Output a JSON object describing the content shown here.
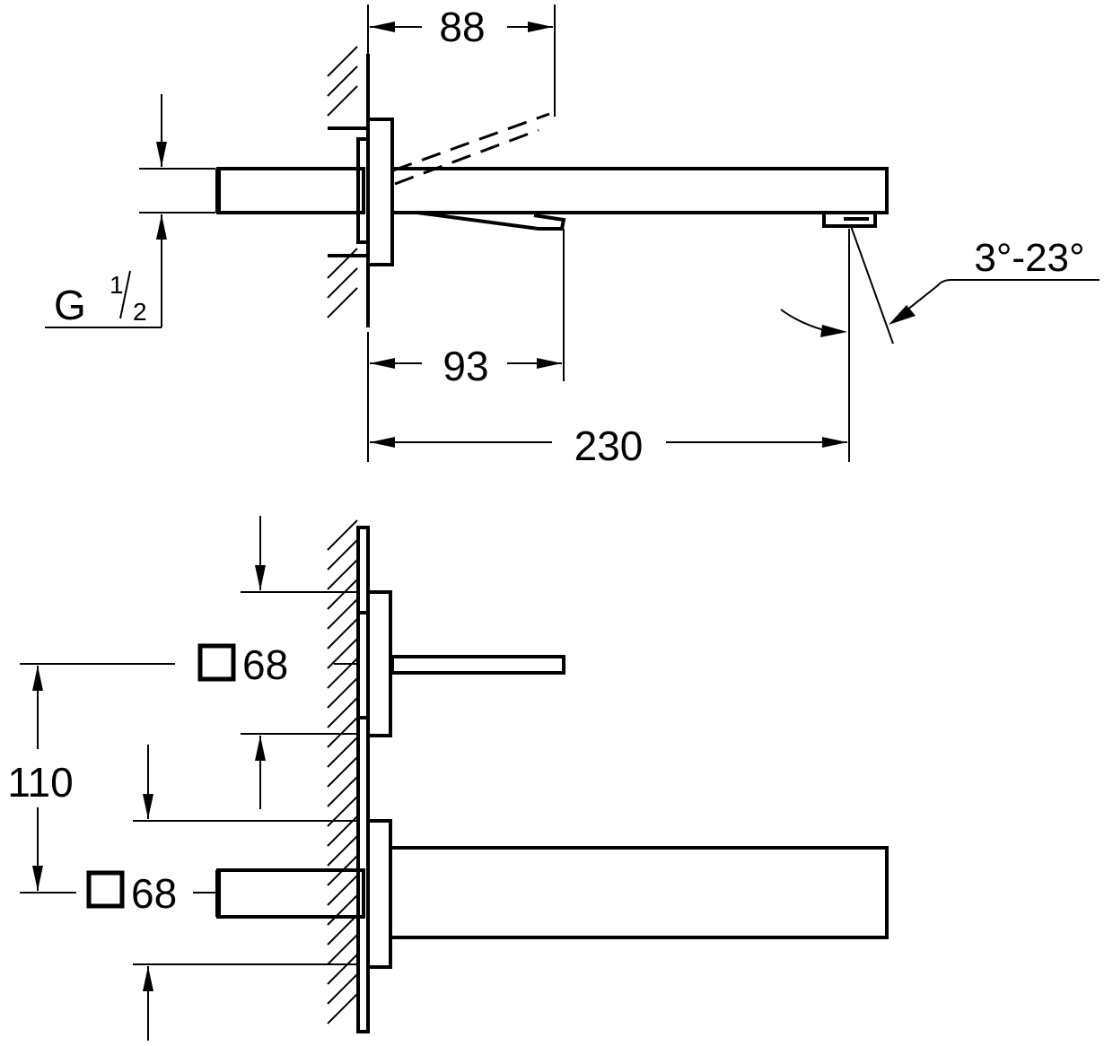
{
  "side_view": {
    "dim_lever_up": "88",
    "dim_lever_down": "93",
    "dim_projection": "230",
    "angle_range": "3°-23°",
    "thread_letter": "G",
    "thread_num": "1",
    "thread_den": "2"
  },
  "front_view": {
    "upper_plate_size": "68",
    "lower_plate_size": "68",
    "center_distance": "110"
  }
}
